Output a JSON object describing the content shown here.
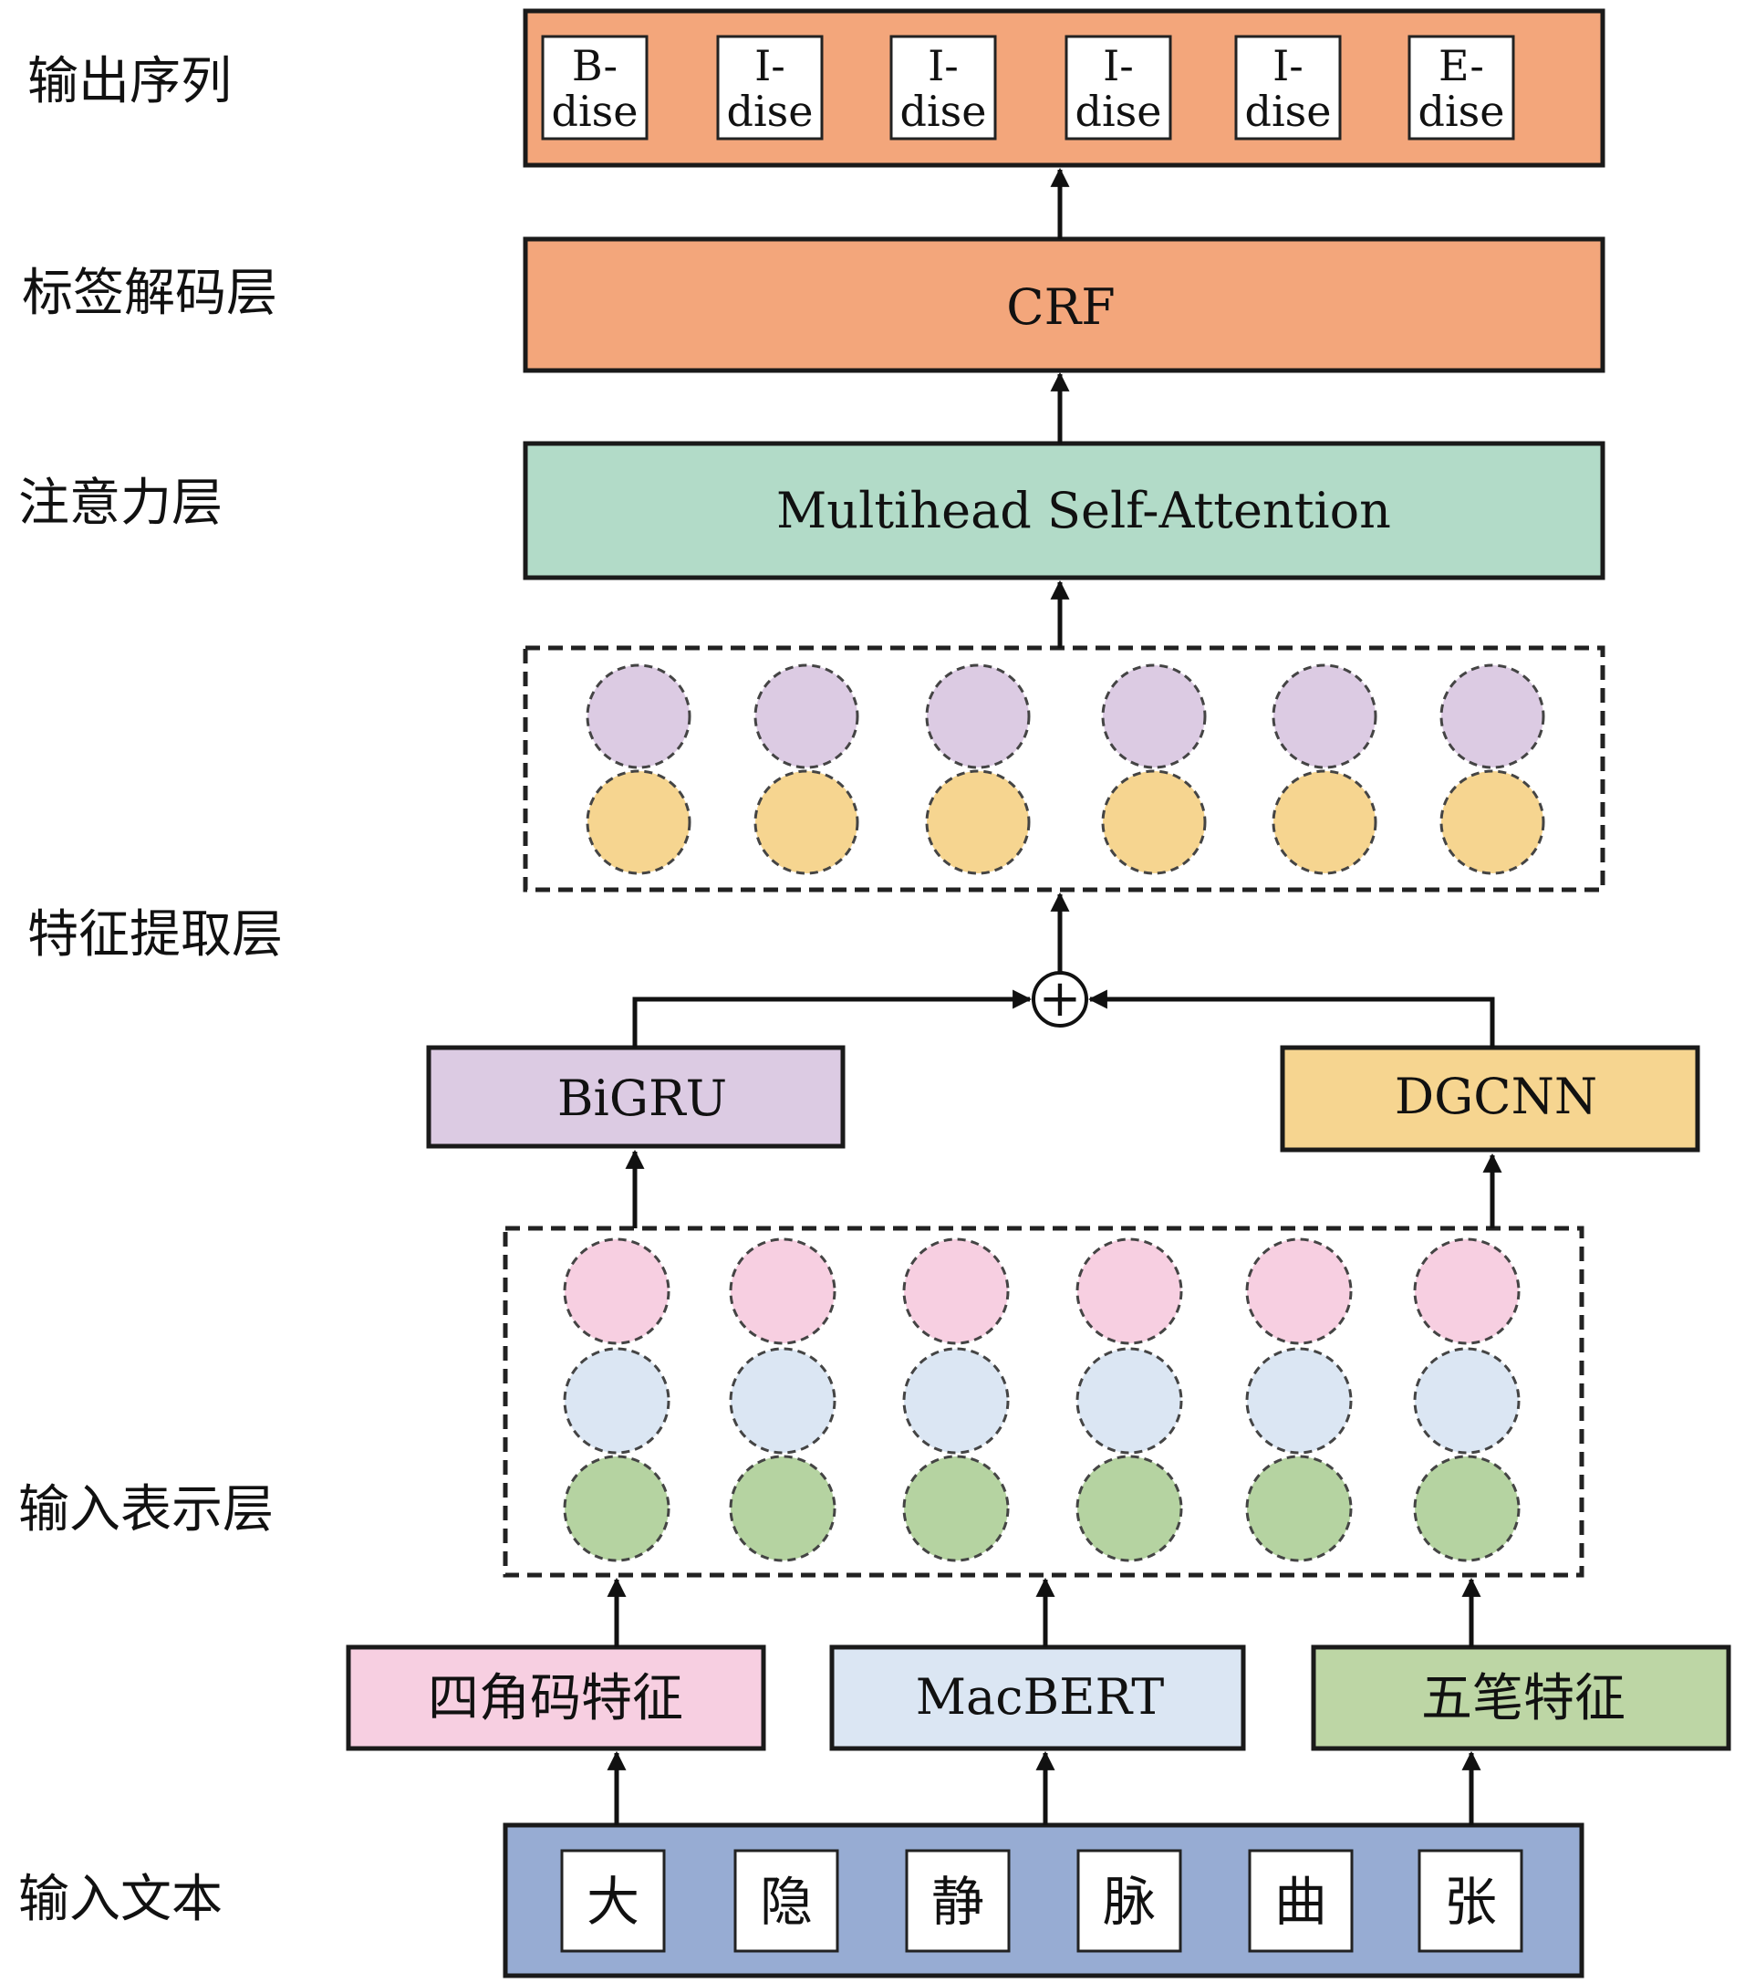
{
  "layer_labels": {
    "output_sequence": "输出序列",
    "tag_decoding": "标签解码层",
    "attention": "注意力层",
    "feature_extraction": "特征提取层",
    "input_representation": "输入表示层",
    "input_text": "输入文本"
  },
  "output_tags": [
    {
      "line1": "B-",
      "line2": "dise"
    },
    {
      "line1": "I-",
      "line2": "dise"
    },
    {
      "line1": "I-",
      "line2": "dise"
    },
    {
      "line1": "I-",
      "line2": "dise"
    },
    {
      "line1": "I-",
      "line2": "dise"
    },
    {
      "line1": "E-",
      "line2": "dise"
    }
  ],
  "crf_label": "CRF",
  "attention_label": "Multihead Self-Attention",
  "bigru_label": "BiGRU",
  "dgcnn_label": "DGCNN",
  "plus_symbol": "+",
  "feature_inputs": {
    "four_corner": "四角码特征",
    "macbert": "MacBERT",
    "wubi": "五笔特征"
  },
  "input_chars": [
    "大",
    "隐",
    "静",
    "脉",
    "曲",
    "张"
  ],
  "colors": {
    "output_box": "#F3A67B",
    "attention_box": "#B2DBC8",
    "bigru": "#DCCBE3",
    "dgcnn": "#F6D590",
    "four_corner": "#F7CFE1",
    "macbert": "#DBE6F3",
    "wubi": "#BDD6A5",
    "input_text_box": "#97ACD3",
    "circle_purple": "#DCCBE3",
    "circle_yellow": "#F6D590",
    "circle_pink": "#F7CFE1",
    "circle_blue": "#DBE6F3",
    "circle_green": "#B5D3A1"
  }
}
